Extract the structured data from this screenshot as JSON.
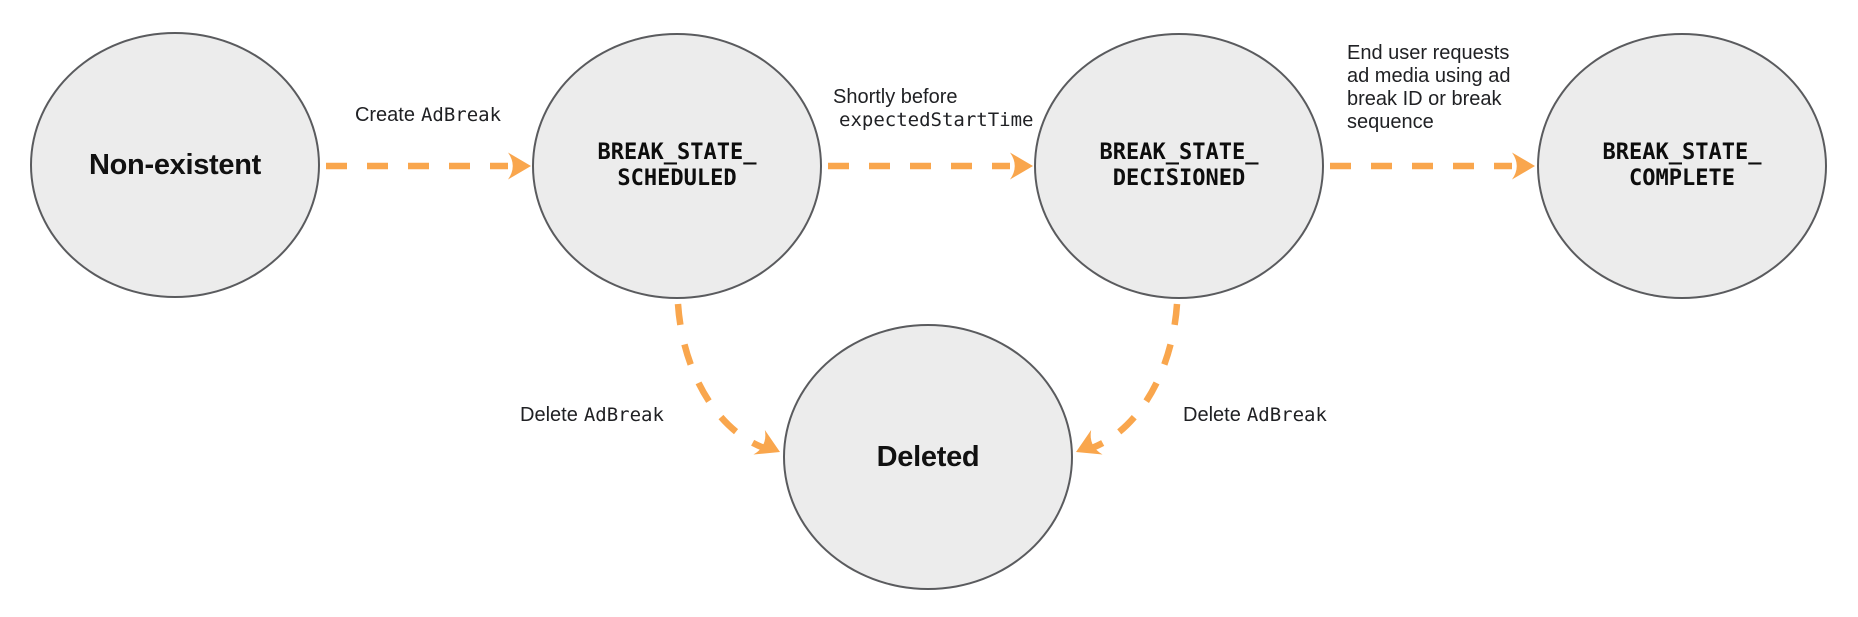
{
  "diagram": {
    "colors": {
      "arrow": "#F9A64D",
      "node_fill": "#ECECEC",
      "node_border": "#5A5B5E",
      "text": "#202124"
    },
    "states": [
      {
        "name": "non_existent",
        "label": "Non-existent"
      },
      {
        "name": "break_state_scheduled",
        "line1": "BREAK_STATE_",
        "line2": "SCHEDULED"
      },
      {
        "name": "break_state_decisioned",
        "line1": "BREAK_STATE_",
        "line2": "DECISIONED"
      },
      {
        "name": "break_state_complete",
        "line1": "BREAK_STATE_",
        "line2": "COMPLETE"
      },
      {
        "name": "deleted",
        "label": "Deleted"
      }
    ],
    "transitions": {
      "create": {
        "plain": "Create",
        "code": "AdBreak"
      },
      "decision": {
        "plain": "Shortly before",
        "code": "expectedStartTime"
      },
      "complete": {
        "lines": [
          "End user requests",
          "ad media using ad",
          "break ID or break",
          "sequence"
        ]
      },
      "delete_left": {
        "plain": "Delete",
        "code": "AdBreak"
      },
      "delete_right": {
        "plain": "Delete",
        "code": "AdBreak"
      }
    }
  }
}
